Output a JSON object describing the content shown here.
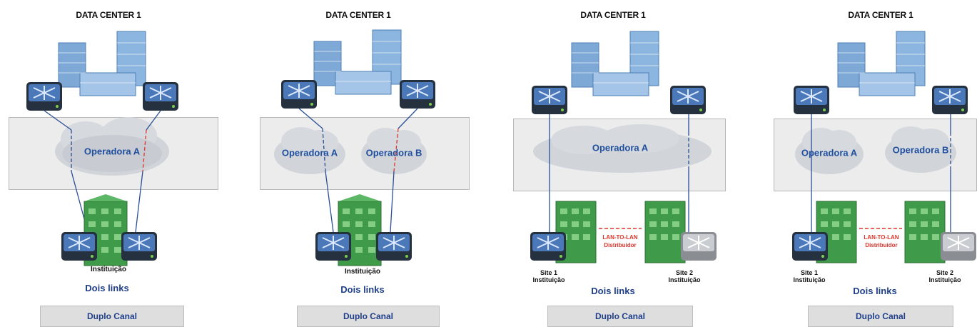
{
  "panels": [
    {
      "title": "DATA CENTER 1",
      "operators": [
        "Operadora A"
      ],
      "institution_label": "Instituição",
      "links_label": "Dois links",
      "footer": "Duplo Canal"
    },
    {
      "title": "DATA CENTER 1",
      "operators": [
        "Operadora A",
        "Operadora B"
      ],
      "institution_label": "Instituição",
      "links_label": "Dois links",
      "footer": "Duplo Canal"
    },
    {
      "title": "DATA CENTER 1",
      "operators": [
        "Operadora A"
      ],
      "site1_label": "Site 1",
      "site1_sub": "Instituição",
      "site2_label": "Site 2",
      "site2_sub": "Instituição",
      "l2l_label": "LAN-TO-LAN",
      "l2l_sub": "Distribuidor",
      "links_label": "Dois links",
      "footer": "Duplo Canal"
    },
    {
      "title": "DATA CENTER 1",
      "operators": [
        "Operadora A",
        "Operadora B"
      ],
      "site1_label": "Site 1",
      "site1_sub": "Instituição",
      "site2_label": "Site 2",
      "site2_sub": "Instituição",
      "l2l_label": "LAN-TO-LAN",
      "l2l_sub": "Distribuidor",
      "links_label": "Dois links",
      "footer": "Duplo Canal"
    }
  ],
  "colors": {
    "operator_text": "#1f4f9e",
    "links_text": "#1f3f8a",
    "lan_to_lan": "#e0342a",
    "link_blue": "#2a4f96",
    "link_red": "#e0342a",
    "building_blue": "#7ea9d6",
    "building_green": "#3f9a4a"
  },
  "icons": [
    "datacenter-building-icon",
    "router-icon",
    "cloud-icon",
    "institution-building-icon"
  ]
}
